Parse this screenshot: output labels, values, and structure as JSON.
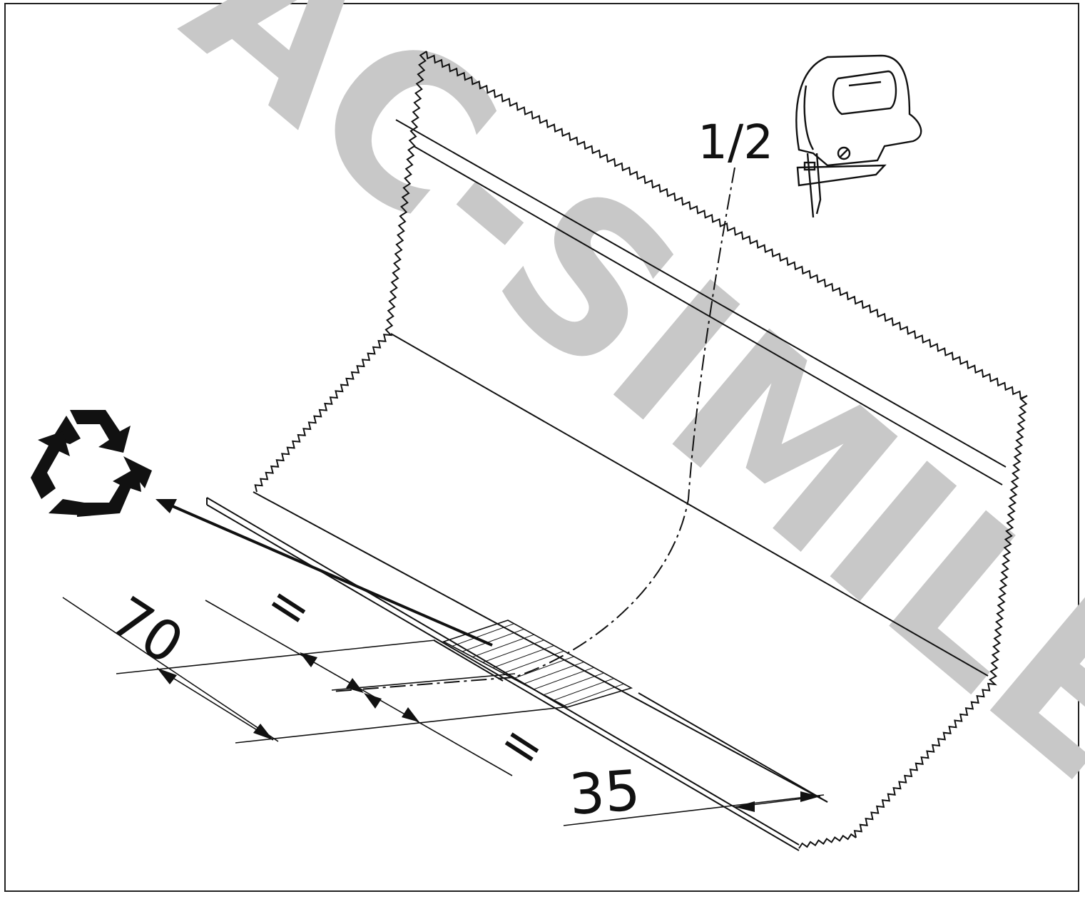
{
  "watermark": {
    "text": "FAC-SIMILE",
    "color": "#c8c8c8"
  },
  "fraction_label": "1/2",
  "dimensions": {
    "width_70": "70",
    "equal_1": "=",
    "equal_2": "=",
    "offset_35": "35"
  },
  "icons": {
    "recycle": "recycle-icon",
    "jigsaw": "jigsaw-icon"
  },
  "colors": {
    "line": "#111111",
    "watermark": "#c8c8c8",
    "background": "#ffffff"
  }
}
